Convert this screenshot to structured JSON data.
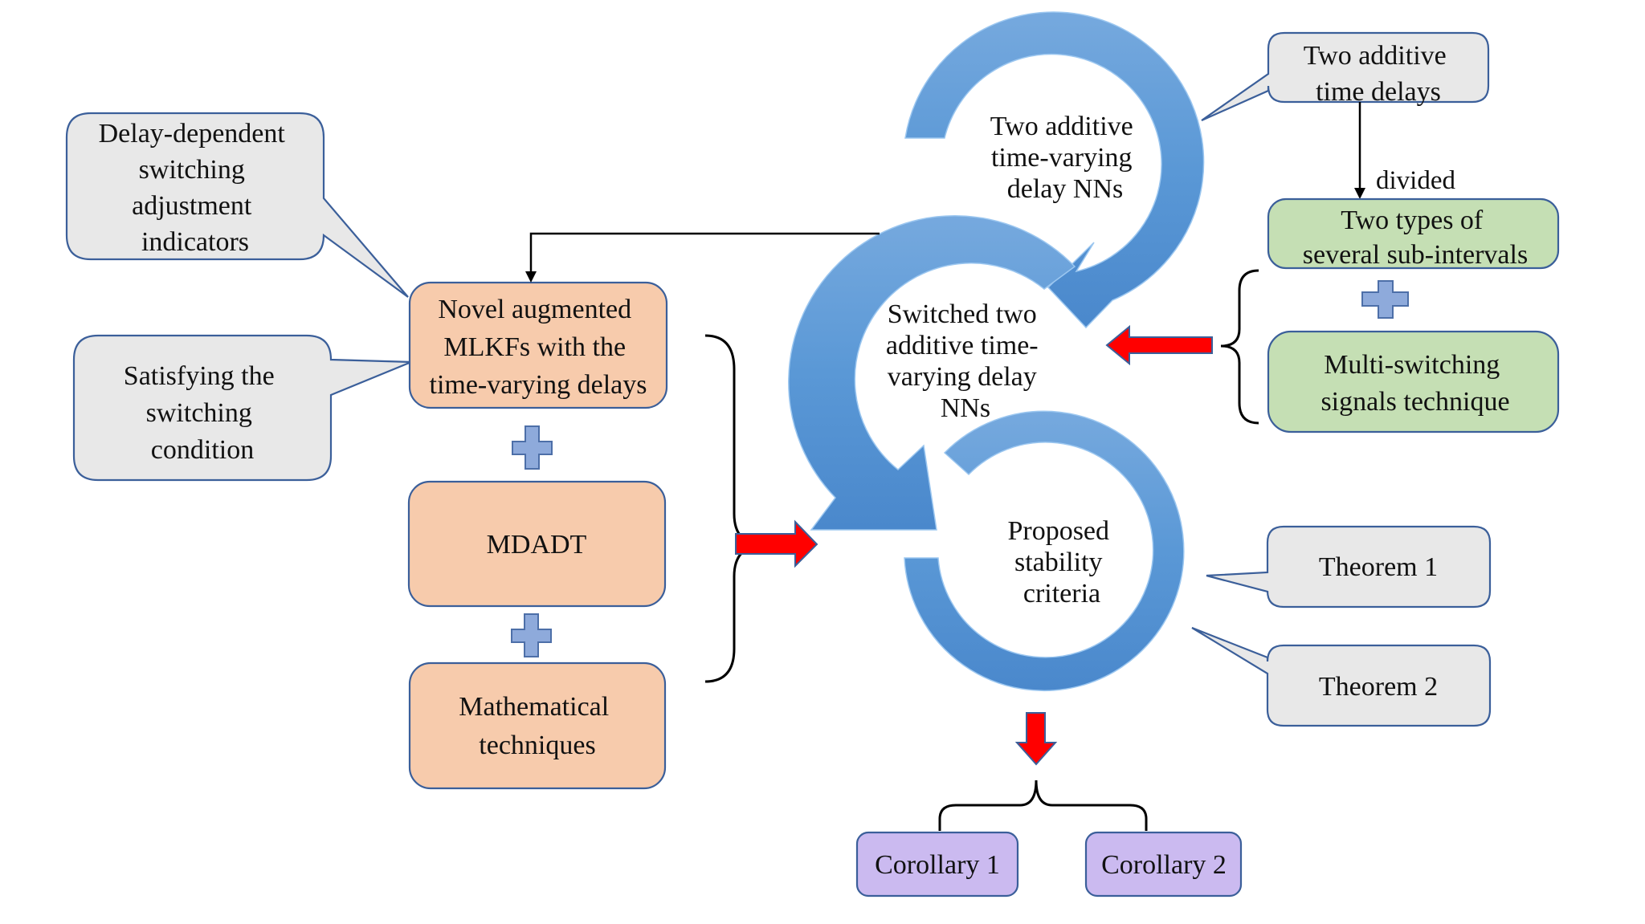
{
  "title": "Framework of proposed stability criteria for switched two additive time-varying delay NNs",
  "colors": {
    "orange_fill": "#f7cbac",
    "green_fill": "#c5dfb4",
    "gray_fill": "#e8e8e8",
    "purple_fill": "#cbbaf0",
    "border_blue": "#3b5f9a",
    "ring_blue": "#5b9bd5",
    "plus_blue": "#8eaadb",
    "arrow_red": "#ff0000"
  },
  "callouts_left": [
    {
      "lines": [
        "Delay-dependent",
        "switching",
        "adjustment",
        "indicators"
      ]
    },
    {
      "lines": [
        "Satisfying the",
        "switching",
        "condition"
      ]
    }
  ],
  "method_boxes": [
    {
      "lines": [
        "Novel augmented",
        "MLKFs with the",
        "time-varying delays"
      ]
    },
    {
      "lines": [
        "MDADT"
      ]
    },
    {
      "lines": [
        "Mathematical",
        "techniques"
      ]
    }
  ],
  "cycle": [
    {
      "lines": [
        "Two additive",
        "time-varying",
        "delay NNs"
      ]
    },
    {
      "lines": [
        "Switched two",
        "additive time-",
        "varying delay",
        "NNs"
      ]
    },
    {
      "lines": [
        "Proposed",
        "stability",
        "criteria"
      ]
    }
  ],
  "callout_top_right": {
    "lines": [
      "Two additive",
      "time delays"
    ]
  },
  "divided_label": "divided",
  "technique_boxes": [
    {
      "lines": [
        "Two types of",
        "several sub-intervals"
      ]
    },
    {
      "lines": [
        "Multi-switching",
        "signals technique"
      ]
    }
  ],
  "theorems": [
    {
      "label": "Theorem 1"
    },
    {
      "label": "Theorem 2"
    }
  ],
  "corollaries": [
    {
      "label": "Corollary 1"
    },
    {
      "label": "Corollary 2"
    }
  ],
  "icons": {
    "plus": "plus-icon",
    "red_arrow": "block-arrow-icon",
    "ring_arrow": "circular-arrow-icon",
    "brace": "curly-brace-icon"
  }
}
